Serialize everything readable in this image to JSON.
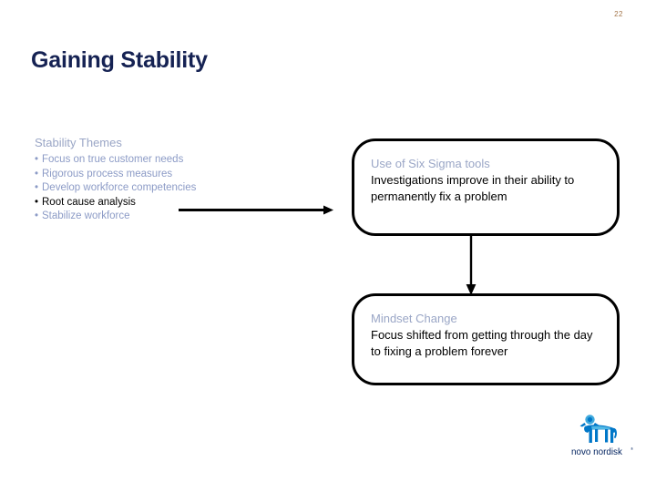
{
  "slide": {
    "page_number": "22",
    "title": "Gaining Stability",
    "colors": {
      "title": "#152253",
      "page_number": "#a3754a",
      "muted_text": "#8c9bc6",
      "heading_text": "#9aa6c6",
      "body_text": "#000000",
      "box_border": "#000000",
      "logo_blue": "#0077c8",
      "logo_navy": "#00215e",
      "background": "#ffffff"
    }
  },
  "themes": {
    "heading": "Stability Themes",
    "bullet_glyph": "•",
    "items": [
      {
        "label": "Focus on true customer needs",
        "highlighted": false
      },
      {
        "label": "Rigorous process measures",
        "highlighted": false
      },
      {
        "label": "Develop workforce competencies",
        "highlighted": false
      },
      {
        "label": "Root cause analysis",
        "highlighted": true
      },
      {
        "label": "Stabilize workforce",
        "highlighted": false
      }
    ]
  },
  "connectors": {
    "horizontal": {
      "name": "arrow-right",
      "from": "root-cause-analysis",
      "to": "six-sigma-box"
    },
    "vertical": {
      "name": "arrow-down",
      "from": "six-sigma-box",
      "to": "mindset-box"
    }
  },
  "boxes": [
    {
      "id": "six-sigma",
      "heading": "Use of Six Sigma tools",
      "body": "Investigations improve in their ability to permanently fix a problem"
    },
    {
      "id": "mindset",
      "heading": "Mindset Change",
      "body": "Focus shifted from getting through the day to fixing a problem forever"
    }
  ],
  "logo": {
    "name": "novo-nordisk-logo",
    "wordmark": "novo nordisk",
    "registered_mark": "®"
  }
}
